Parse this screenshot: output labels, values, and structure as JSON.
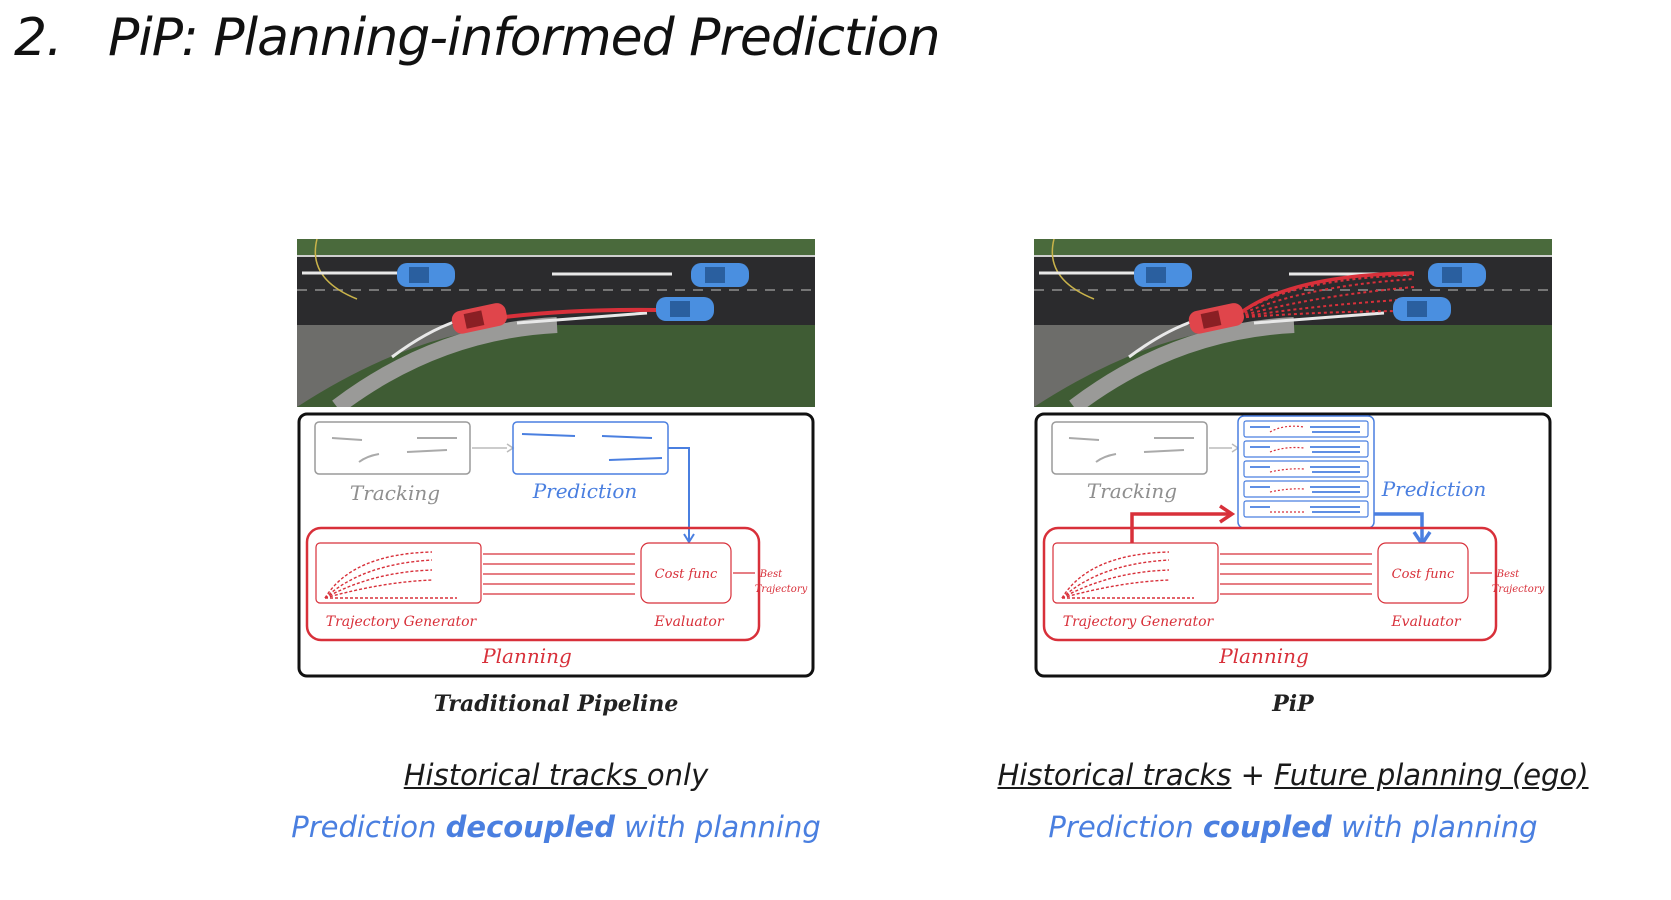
{
  "slide": {
    "number": "2.",
    "title": "PiP: Planning-informed Prediction"
  },
  "colors": {
    "blue": "#4a7fe0",
    "red": "#d8303a",
    "gray": "#9a9a9a",
    "road": "#2b2b2d",
    "grass": "#3f5c34"
  },
  "left_panel": {
    "diagram": {
      "tracking_label": "Tracking",
      "prediction_label": "Prediction",
      "cost_func_label": "Cost func",
      "best_label_1": "Best",
      "best_label_2": "Trajectory",
      "generator_label": "Trajectory Generator",
      "evaluator_label": "Evaluator",
      "planning_label": "Planning"
    },
    "caption": "Traditional Pipeline",
    "line1": {
      "underlined": "Historical tracks ",
      "plain": "only"
    },
    "line2": {
      "pre": "Prediction ",
      "bold": "decoupled",
      "post": " with planning"
    }
  },
  "right_panel": {
    "diagram": {
      "tracking_label": "Tracking",
      "prediction_label": "Prediction",
      "cost_func_label": "Cost func",
      "best_label_1": "Best",
      "best_label_2": "Trajectory",
      "generator_label": "Trajectory Generator",
      "evaluator_label": "Evaluator",
      "planning_label": "Planning"
    },
    "caption": "PiP",
    "line1": {
      "part1": "Historical tracks",
      "plus": " + ",
      "part2": "Future planning (ego)"
    },
    "line2": {
      "pre": "Prediction ",
      "bold": "coupled",
      "post": " with planning"
    }
  }
}
